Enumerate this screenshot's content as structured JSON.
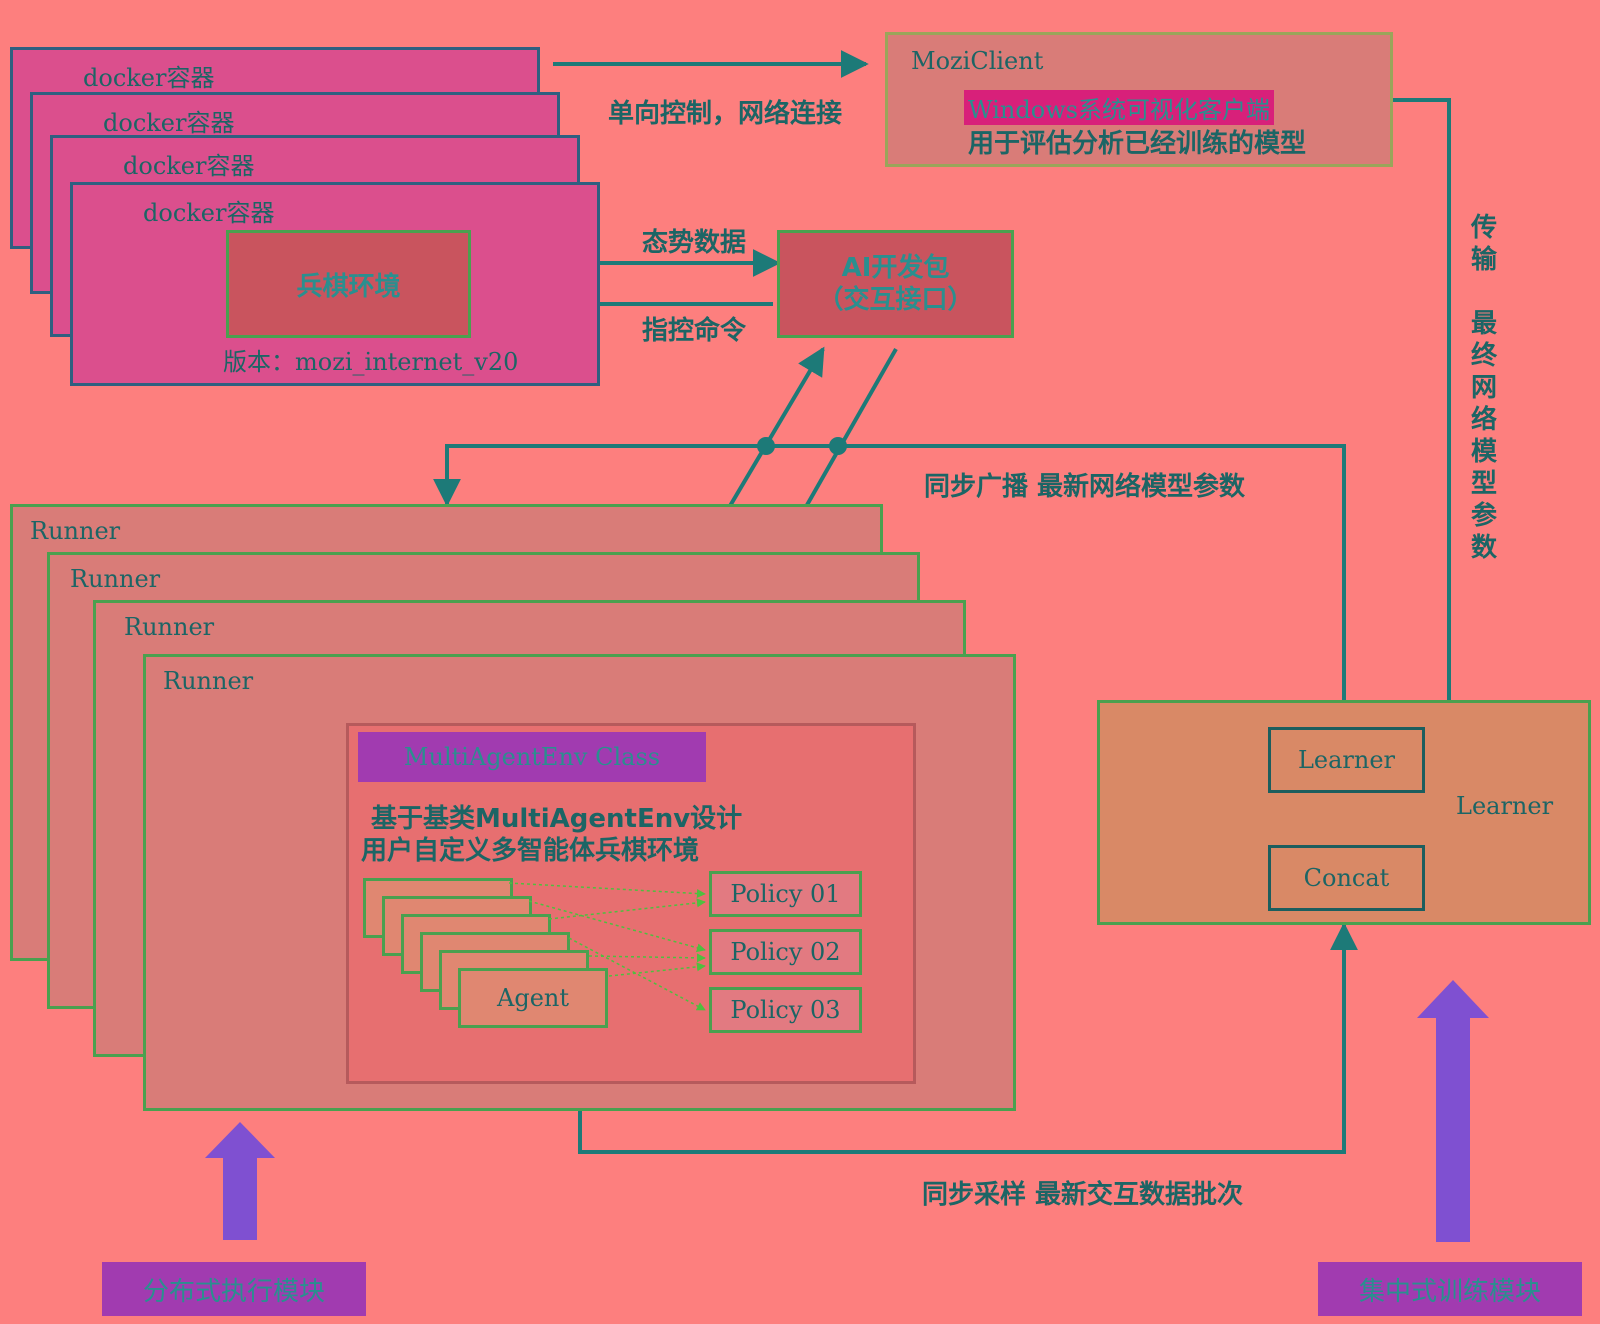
{
  "docker": {
    "container_labels": [
      "docker容器",
      "docker容器",
      "docker容器",
      "docker容器"
    ],
    "env_label": "兵棋环境",
    "version": "版本：mozi_internet_v20"
  },
  "arrows": {
    "one_way_control": "单向控制，网络连接",
    "situation_data": "态势数据",
    "command": "指控命令",
    "sync_broadcast": "同步广播  最新网络模型参数",
    "sync_sample": "同步采样  最新交互数据批次",
    "transfer": [
      "传",
      "输",
      "",
      "最",
      "终",
      "网",
      "络",
      "模",
      "型",
      "参",
      "数"
    ]
  },
  "mozi_client": {
    "title": "MoziClient",
    "tag": "Windows系统可视化客户端",
    "desc": "用于评估分析已经训练的模型"
  },
  "ai_pack": {
    "line1": "AI开发包",
    "line2": "（交互接口）"
  },
  "runners": {
    "labels": [
      "Runner",
      "Runner",
      "Runner",
      "Runner"
    ]
  },
  "multi_agent": {
    "tag": "MultiAgentEnv Class",
    "desc_line1": "基于基类MultiAgentEnv设计",
    "desc_line2": "用户自定义多智能体兵棋环境",
    "agent_label": "Agent",
    "policies": [
      "Policy 01",
      "Policy 02",
      "Policy 03"
    ]
  },
  "learner": {
    "outer_label": "Learner",
    "inner_learner": "Learner",
    "concat": "Concat"
  },
  "modules": {
    "distributed": "分布式执行模块",
    "centralized": "集中式训练模块"
  },
  "colors": {
    "background": "#fd7f7e",
    "docker": "#db4f8d",
    "runner": "#d97c78",
    "line": "#1d7a78",
    "module_tag": "#a13bb0",
    "up_arrow": "#7f50d1"
  }
}
